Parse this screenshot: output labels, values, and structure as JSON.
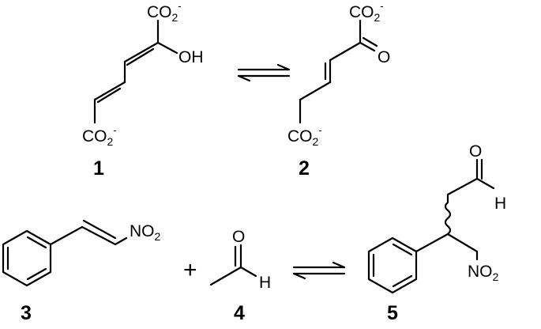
{
  "compounds": {
    "c1": {
      "number": "1",
      "top_group": {
        "main": "CO",
        "sub": "2",
        "sup": "-"
      },
      "hydroxyl": "OH",
      "bottom_group": {
        "main": "CO",
        "sub": "2",
        "sup": "-"
      }
    },
    "c2": {
      "number": "2",
      "top_group": {
        "main": "CO",
        "sub": "2",
        "sup": "-"
      },
      "keto": "O",
      "bottom_group": {
        "main": "CO",
        "sub": "2",
        "sup": "-"
      }
    },
    "c3": {
      "number": "3",
      "nitro": {
        "main": "NO",
        "sub": "2"
      }
    },
    "c4": {
      "number": "4",
      "oxygen": "O",
      "hydrogen": "H"
    },
    "c5": {
      "number": "5",
      "oxygen": "O",
      "hydrogen": "H",
      "nitro": {
        "main": "NO",
        "sub": "2"
      }
    }
  },
  "operators": {
    "plus": "+"
  }
}
